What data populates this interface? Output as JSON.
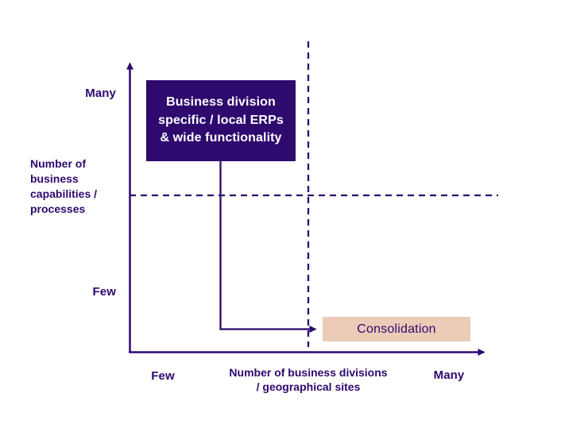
{
  "colors": {
    "indigo": "#2e096e",
    "peach": "#ecccb8",
    "box_text": "#ffffff",
    "background": "#ffffff"
  },
  "diagram": {
    "erp_box": {
      "lines": [
        "Business division",
        "specific / local ERPs",
        "& wide functionality"
      ]
    },
    "consolidation_box": {
      "label": "Consolidation"
    },
    "y_axis": {
      "max_label": "Many",
      "min_label": "Few",
      "title_lines": [
        "Number of",
        "business",
        "capabilities /",
        "processes"
      ]
    },
    "x_axis": {
      "min_label": "Few",
      "max_label": "Many",
      "title_lines": [
        "Number of business divisions",
        "/ geographical sites"
      ]
    }
  }
}
